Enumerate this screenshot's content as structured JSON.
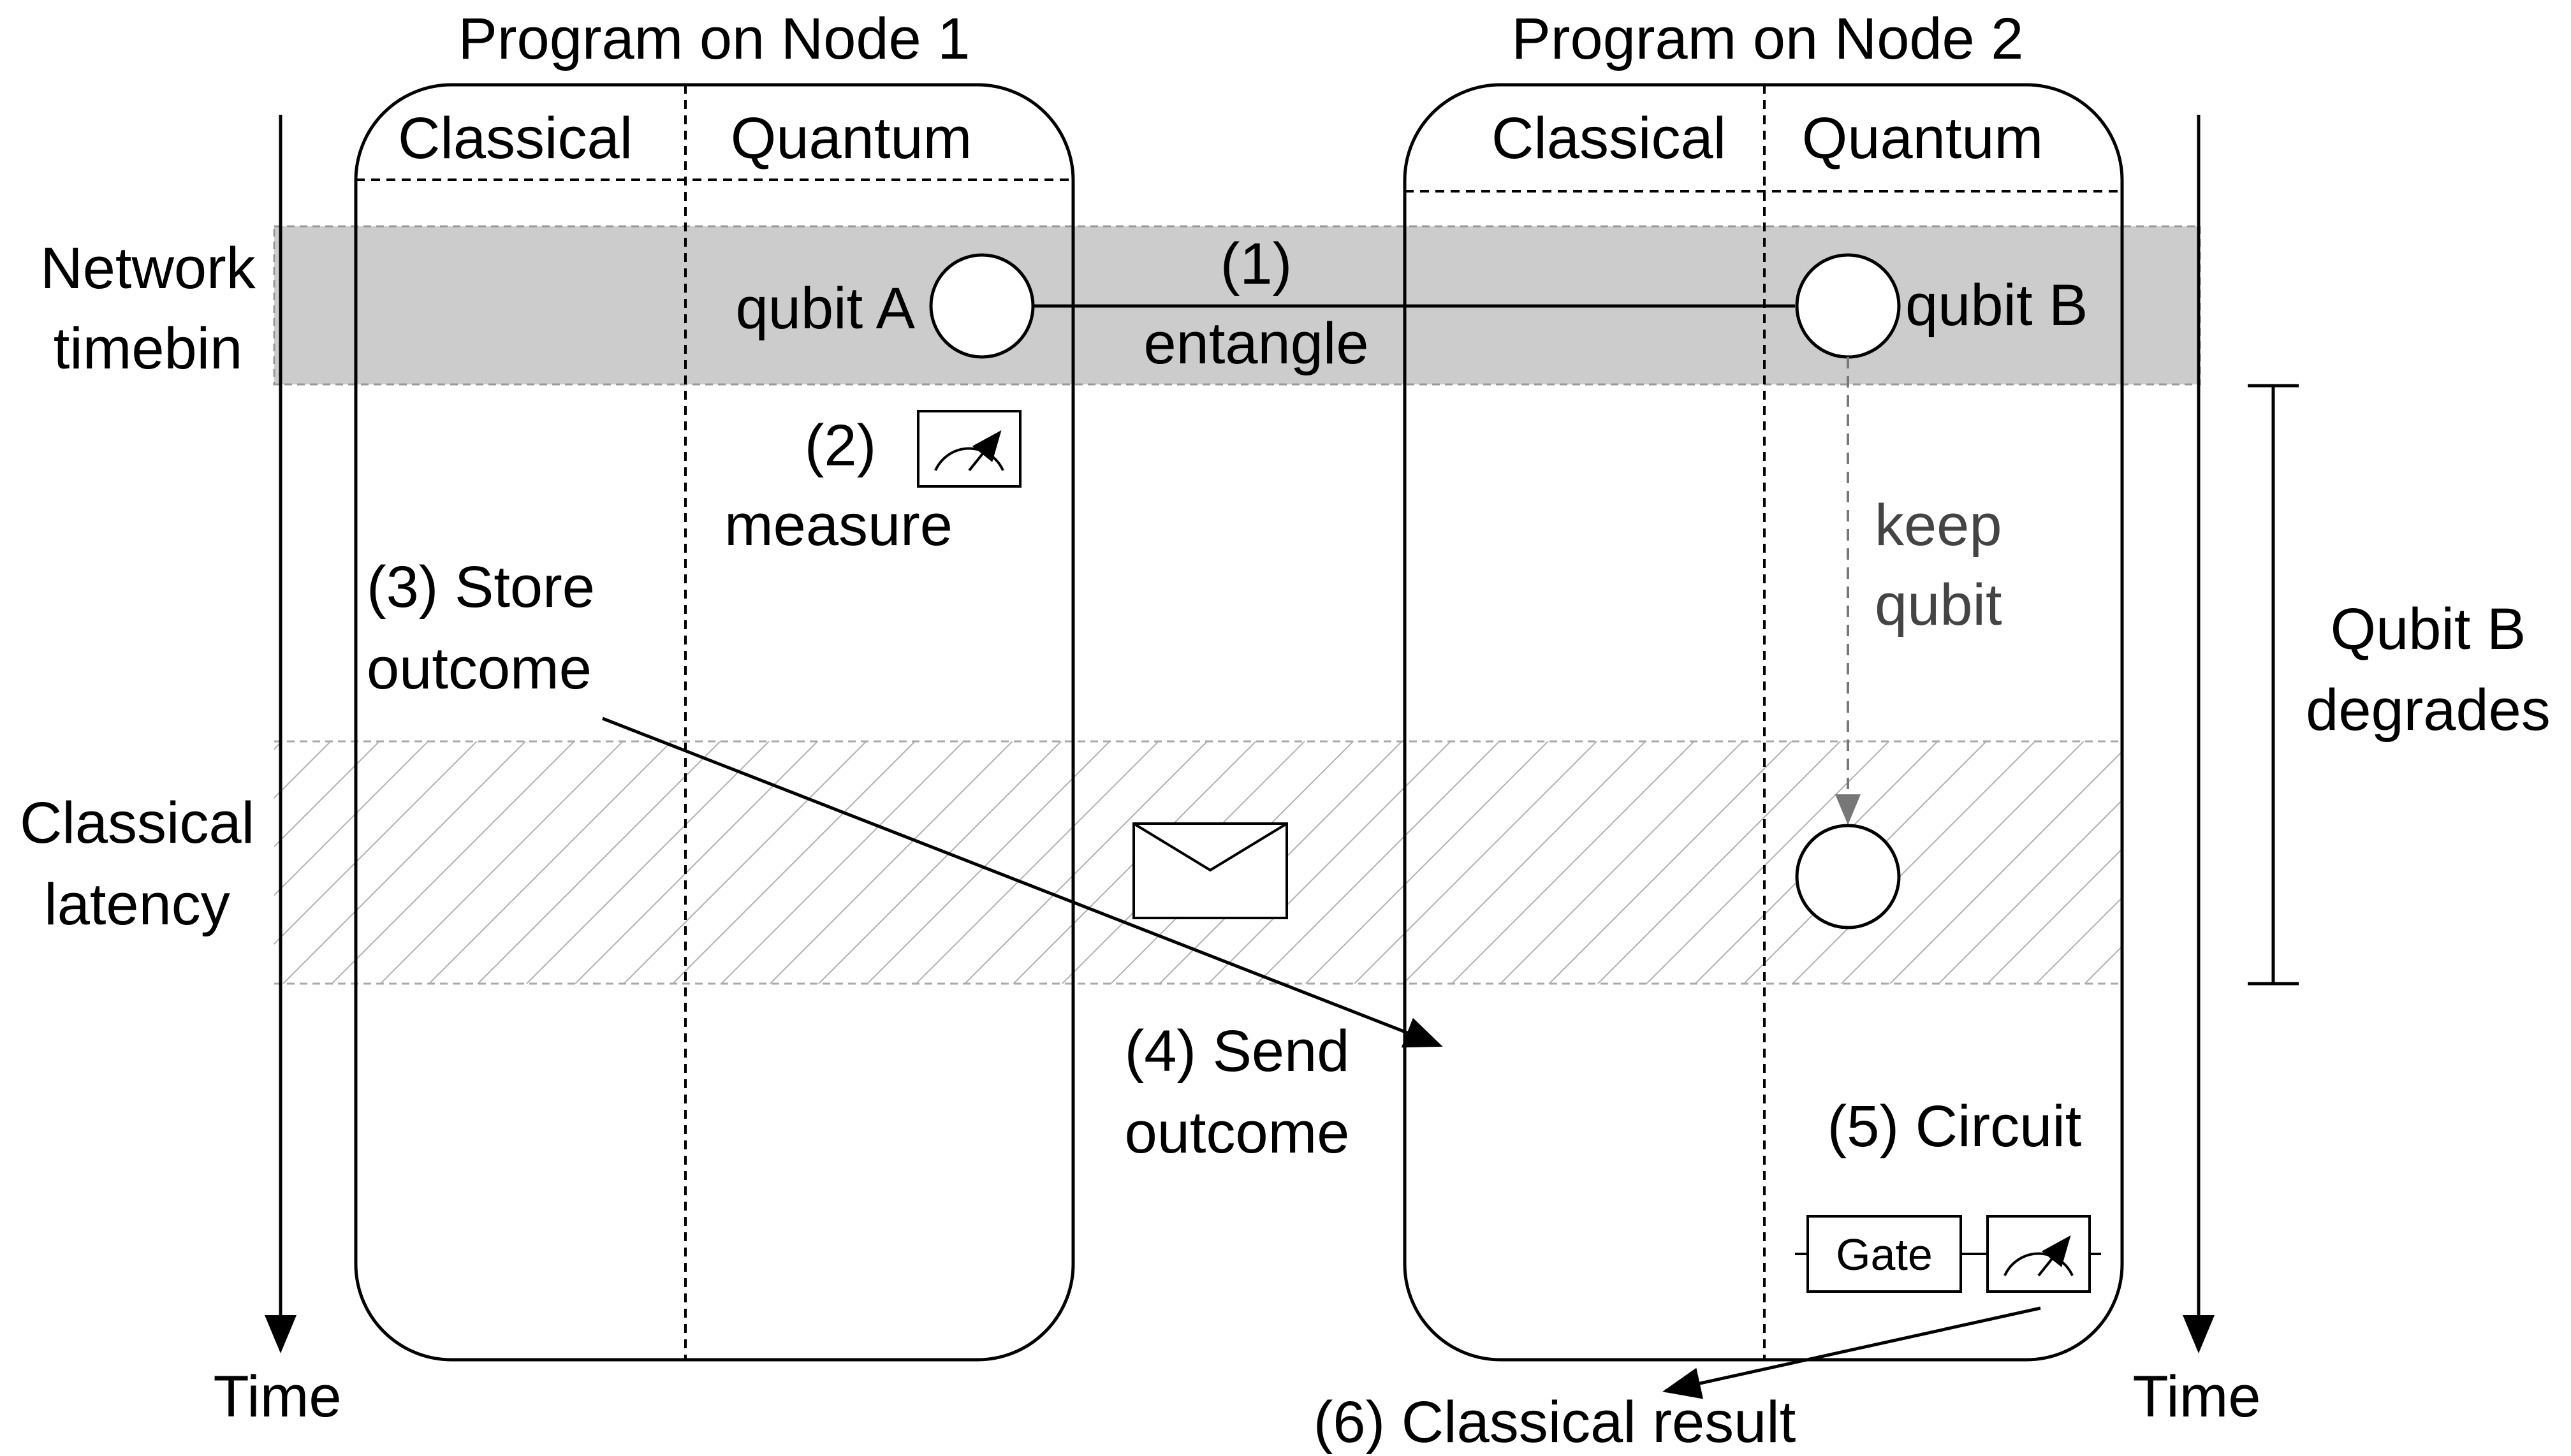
{
  "node1": {
    "title": "Program on Node 1",
    "classical": "Classical",
    "quantum": "Quantum"
  },
  "node2": {
    "title": "Program on Node 2",
    "classical": "Classical",
    "quantum": "Quantum"
  },
  "bands": {
    "network_line1": "Network",
    "network_line2": "timebin",
    "latency_line1": "Classical",
    "latency_line2": "latency"
  },
  "time_left": "Time",
  "time_right": "Time",
  "qubit_a": "qubit A",
  "qubit_b": "qubit B",
  "step1_num": "(1)",
  "step1_text": "entangle",
  "step2_num": "(2)",
  "step2_text": "measure",
  "step3_line1": "(3) Store",
  "step3_line2": "outcome",
  "step4_line1": "(4) Send",
  "step4_line2": "outcome",
  "step5": "(5) Circuit",
  "step6": "(6) Classical result",
  "keep_line1": "keep",
  "keep_line2": "qubit",
  "degrade_line1": "Qubit B",
  "degrade_line2": "degrades",
  "gate_label": "Gate",
  "colors": {
    "timebin_fill": "#cccccc",
    "dash_gray": "#777777"
  }
}
